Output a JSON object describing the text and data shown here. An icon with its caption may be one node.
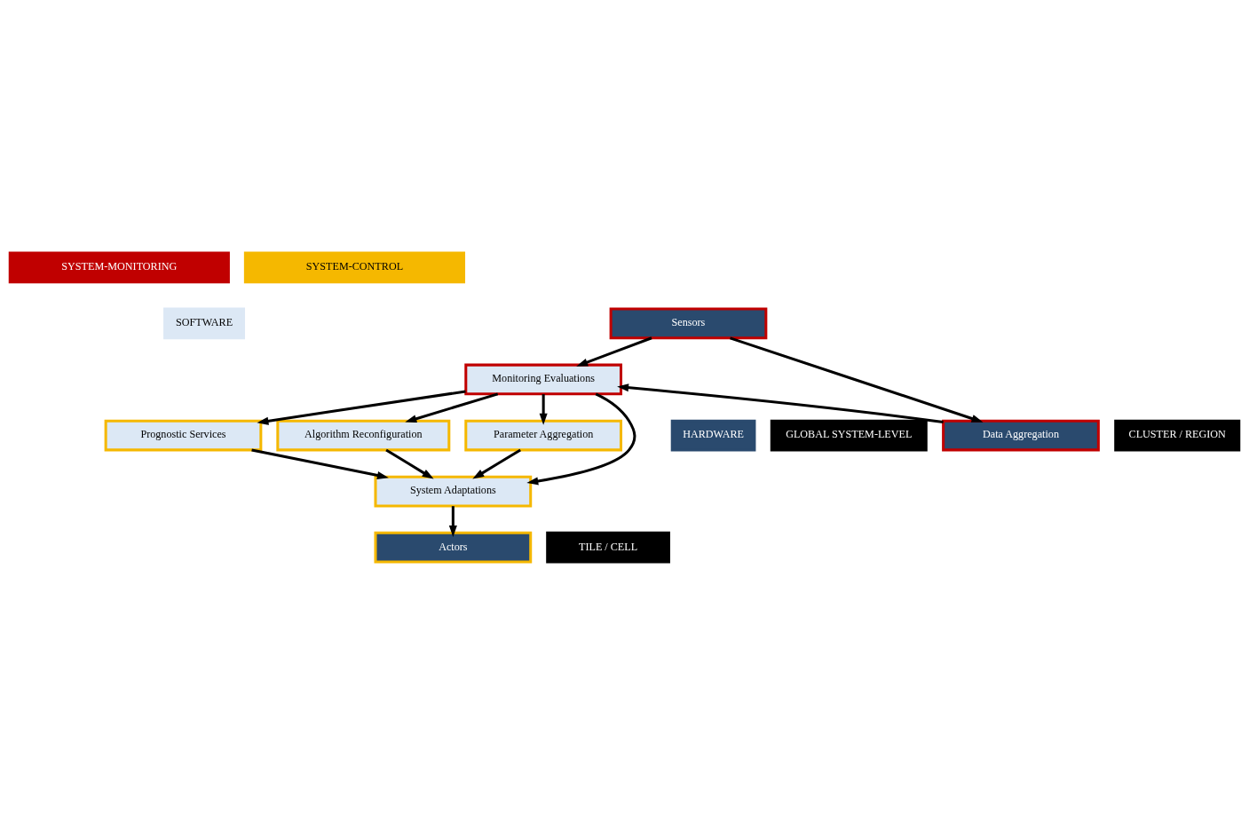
{
  "diagram": {
    "nodes": [
      {
        "text": [
          "SYSTEM-MONITORING"
        ]
      },
      {
        "text": [
          "SYSTEM-CONTROL"
        ]
      },
      {
        "text": [
          "SOFTWARE"
        ]
      },
      {
        "text": [
          "HARDWARE"
        ]
      },
      {
        "text": [
          "GLOBAL SYSTEM-LEVEL"
        ]
      },
      {
        "text": [
          "CLUSTER / REGION"
        ]
      },
      {
        "text": [
          "TILE / CELL"
        ]
      },
      {
        "text": [
          "Prognostic Services"
        ]
      },
      {
        "text": [
          "Algorithm Reconfiguration"
        ]
      },
      {
        "text": [
          "Parameter Aggregation"
        ]
      },
      {
        "text": [
          "Monitoring Evaluations"
        ]
      },
      {
        "text": [
          "System Adaptations"
        ]
      },
      {
        "text": [
          "Data Aggregation"
        ]
      },
      {
        "text": [
          "Sensors"
        ]
      },
      {
        "text": [
          "Actors"
        ]
      }
    ],
    "edges": [
      {
        "from": 10,
        "to": 7,
        "arrow": "to"
      },
      {
        "from": 10,
        "to": 8,
        "arrow": "to"
      },
      {
        "from": 10,
        "to": 9,
        "arrow": "to"
      },
      {
        "from": 10,
        "to": 11,
        "arrow": "to"
      },
      {
        "from": 9,
        "to": 11,
        "arrow": "to"
      },
      {
        "from": 7,
        "to": 11,
        "arrow": "to"
      },
      {
        "from": 8,
        "to": 11,
        "arrow": "to"
      },
      {
        "from": 11,
        "to": 14,
        "arrow": "to"
      },
      {
        "from": 12,
        "to": 10,
        "arrow": "to"
      },
      {
        "from": 13,
        "to": 10,
        "arrow": "to"
      },
      {
        "from": 13,
        "to": 12,
        "arrow": "to"
      }
    ]
  }
}
